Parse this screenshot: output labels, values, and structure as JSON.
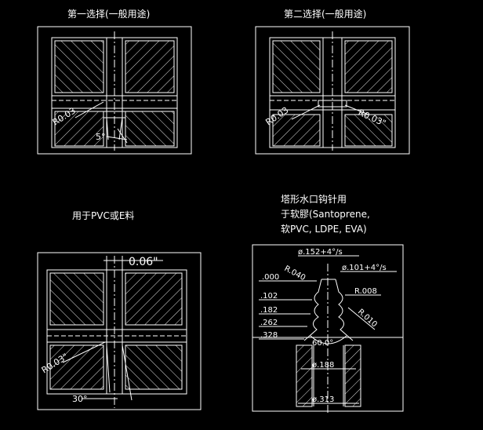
{
  "titles": {
    "first_choice": "第一选择(一般用途)",
    "second_choice": "第二选择(一般用途)",
    "pvc": "用于PVC或E料",
    "tower_line1": "塔形水口钩针用",
    "tower_line2": "于软膠(Santoprene,",
    "tower_line3": "软PVC, LDPE, EVA)"
  },
  "dims": {
    "d1_radius": "R0.03",
    "d1_angle": "5°",
    "d2_radius_left": "R0.03",
    "d2_radius_right": "R0.03\"",
    "d3_width": "0.06\"",
    "d3_radius": "R0.03\"",
    "d3_angle": "30°",
    "d4_top_dia": "ø.152+4°/s",
    "d4_mid_dia": "ø.101+4°/s",
    "d4_r040": "R.040",
    "d4_r008": "R.008",
    "d4_r010": "R.010",
    "d4_z000": ".000",
    "d4_z102": ".102",
    "d4_z182": ".182",
    "d4_z262": ".262",
    "d4_z328": ".328",
    "d4_angle": "60.0°",
    "d4_bore": "ø.188",
    "d4_bottom": "ø.313"
  },
  "colors": {
    "background": "#000000",
    "line": "#ffffff"
  }
}
